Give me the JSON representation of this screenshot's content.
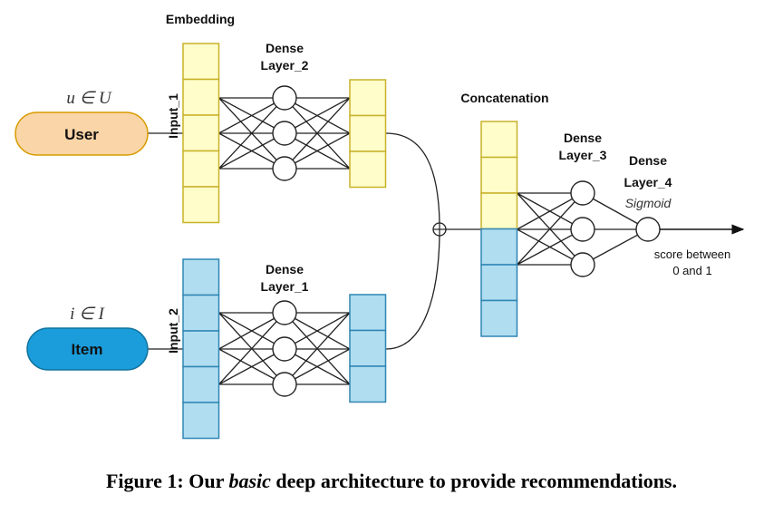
{
  "figure": {
    "labels": {
      "embedding": "Embedding",
      "dense_layer_2": [
        "Dense",
        "Layer_2"
      ],
      "dense_layer_1": [
        "Dense",
        "Layer_1"
      ],
      "concatenation": "Concatenation",
      "dense_layer_3": [
        "Dense",
        "Layer_3"
      ],
      "dense_layer_4": [
        "Dense",
        "Layer_4"
      ],
      "activation": "Sigmoid",
      "input_1": "Input_1",
      "input_2": "Input_2",
      "user_set": "u ∈ U",
      "item_set": "i ∈ I",
      "output": [
        "score between",
        "0 and 1"
      ],
      "merge_symbol": "⊕"
    },
    "inputs": {
      "user": {
        "label": "User",
        "fill": "#f9d5a7",
        "stroke": "#d79b00"
      },
      "item": {
        "label": "Item",
        "fill": "#1b9ddb",
        "stroke": "#10739e"
      }
    },
    "colors": {
      "user_vector_fill": "#fffdc9",
      "user_vector_stroke": "#c8b22a",
      "item_vector_fill": "#b1ddf0",
      "item_vector_stroke": "#2f86b4"
    },
    "structure": {
      "embedding_cells": 5,
      "dense_nodes": 3,
      "dense_output_cells": 3,
      "concat_user_cells": 3,
      "concat_item_cells": 3,
      "dense3_nodes": 3,
      "output_nodes": 1
    }
  },
  "caption": {
    "prefix": "Figure 1: Our ",
    "emphasis": "basic",
    "suffix": " deep architecture to provide recommendations."
  }
}
